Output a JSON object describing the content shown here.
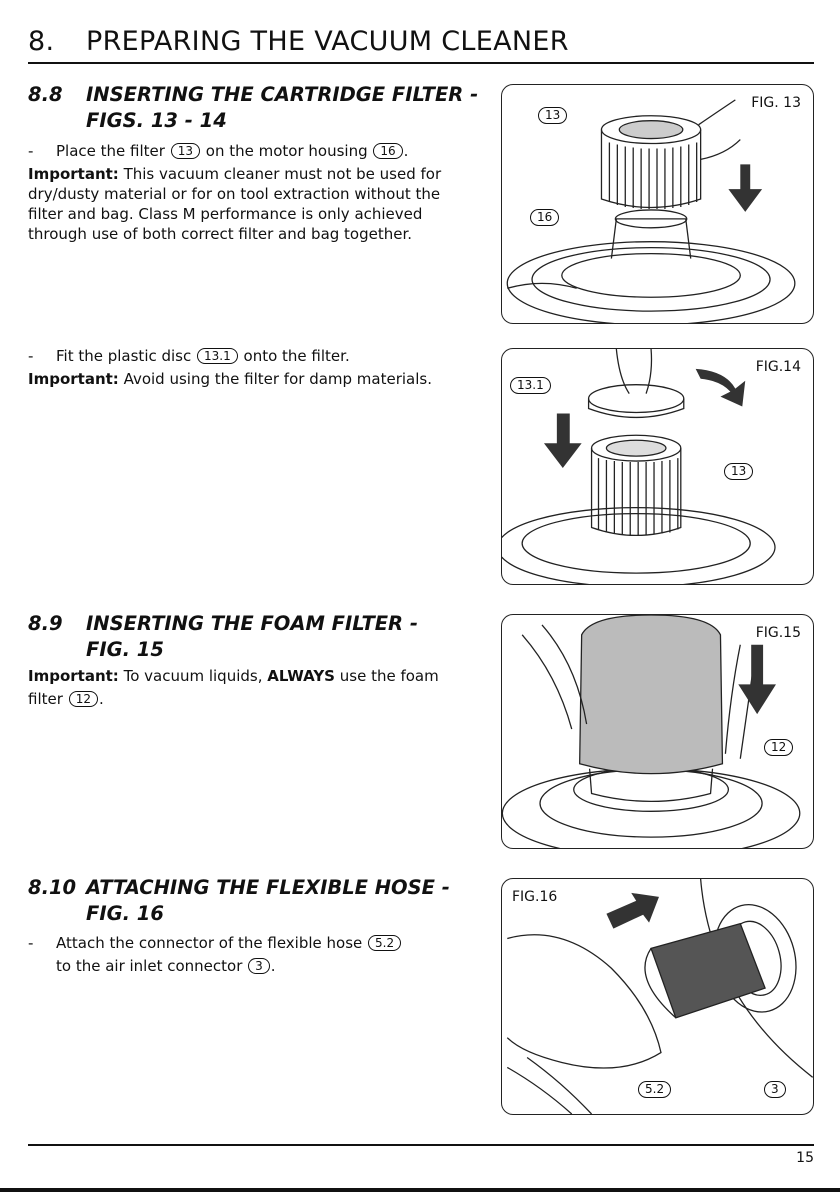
{
  "header": {
    "number": "8.",
    "title": "PREPARING THE VACUUM CLEANER"
  },
  "s88": {
    "number": "8.8",
    "heading_line1": "INSERTING THE CARTRIDGE FILTER -",
    "heading_line2": "FIGS. 13 - 14",
    "step1": {
      "dash": "-",
      "t1": "Place the filter",
      "ref1": "13",
      "t2": "on the motor housing",
      "ref2": "16",
      "t3": "."
    },
    "important1": {
      "label": "Important:",
      "text": "This vacuum cleaner must not be used for dry/dusty material or for on tool extraction without the filter and bag. Class M performance is only achieved through use of both correct filter and bag together."
    },
    "step2": {
      "dash": "-",
      "t1": "Fit the plastic disc",
      "ref1": "13.1",
      "t2": "onto the filter."
    },
    "important2": {
      "label": "Important:",
      "text": "Avoid using the filter for damp materials."
    }
  },
  "s89": {
    "number": "8.9",
    "heading_line1": "INSERTING THE FOAM FILTER -",
    "heading_line2": "FIG. 15",
    "important": {
      "label": "Important:",
      "t1": "To vacuum liquids,",
      "strong": "ALWAYS",
      "t2": "use the foam",
      "t3": "filter",
      "ref": "12",
      "t4": "."
    }
  },
  "s810": {
    "number": "8.10",
    "heading_line1": "ATTACHING THE FLEXIBLE HOSE -",
    "heading_line2": "FIG. 16",
    "step": {
      "dash": "-",
      "t1": "Attach the connector of the flexible hose",
      "ref1": "5.2",
      "t2": "to the air inlet connector",
      "ref2": "3",
      "t3": "."
    }
  },
  "figures": {
    "fig13": {
      "label": "FIG. 13",
      "callouts": [
        "13",
        "16"
      ]
    },
    "fig14": {
      "label": "FIG.14",
      "callouts": [
        "13.1",
        "13"
      ]
    },
    "fig15": {
      "label": "FIG.15",
      "callouts": [
        "12"
      ]
    },
    "fig16": {
      "label": "FIG.16",
      "callouts": [
        "5.2",
        "3"
      ]
    }
  },
  "footer": {
    "page_number": "15"
  }
}
